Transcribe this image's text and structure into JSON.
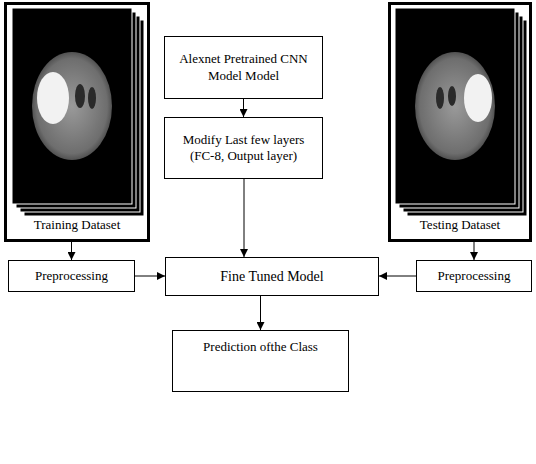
{
  "diagram": {
    "nodes": [
      {
        "text": [
          "Training Dataset"
        ]
      },
      {
        "text": [
          "Alexnet Pretrained CNN Model Model"
        ]
      },
      {
        "text": [
          "Testing Dataset"
        ]
      },
      {
        "text": [
          "Modify Last few layers (FC-8, Output layer)"
        ]
      },
      {
        "text": [
          "Preprocessing"
        ]
      },
      {
        "text": [
          "Fine Tuned Model"
        ]
      },
      {
        "text": [
          "Preprocessing"
        ]
      },
      {
        "text": [
          "Prediction ofthe Class"
        ]
      }
    ],
    "edges": [
      {
        "from": 0,
        "to": 4,
        "arrow": "to"
      },
      {
        "from": 1,
        "to": 3,
        "arrow": "to"
      },
      {
        "from": 3,
        "to": 5,
        "arrow": "to"
      },
      {
        "from": 2,
        "to": 6,
        "arrow": "to"
      },
      {
        "from": 4,
        "to": 5,
        "arrow": "to"
      },
      {
        "from": 6,
        "to": 5,
        "arrow": "to"
      },
      {
        "from": 5,
        "to": 7,
        "arrow": "to"
      }
    ]
  }
}
